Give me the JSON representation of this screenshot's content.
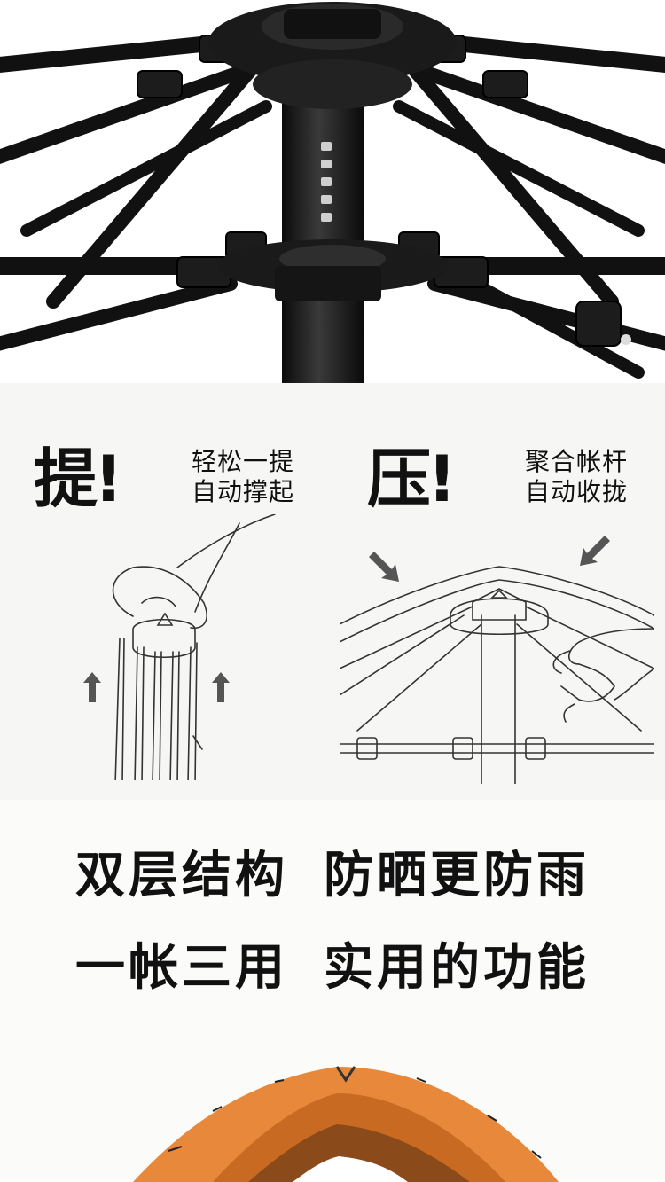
{
  "hero": {
    "image": "umbrella-frame-hub-closeup"
  },
  "features": [
    {
      "big": "提!",
      "caption_line1": "轻松一提",
      "caption_line2": "自动撑起",
      "illustration": "hand-lifting-hub-sketch"
    },
    {
      "big": "压!",
      "caption_line1": "聚合帐杆",
      "caption_line2": "自动收拢",
      "illustration": "hand-pressing-frame-sketch"
    }
  ],
  "slogans": {
    "line1_left": "双层结构",
    "line1_right": "防晒更防雨",
    "line2_left": "一帐三用",
    "line2_right": "实用的功能"
  },
  "footer": {
    "image": "orange-tent-top",
    "accent": "#e8883a"
  }
}
